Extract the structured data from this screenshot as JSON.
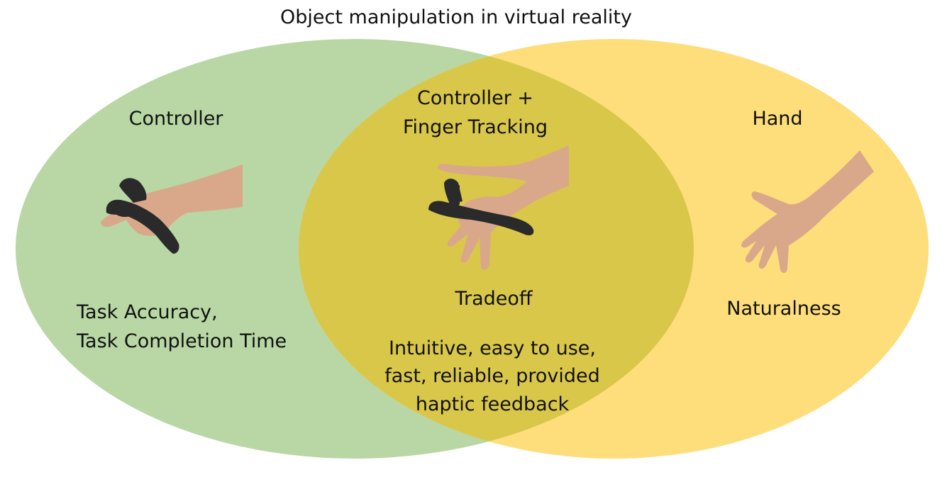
{
  "title": "Object manipulation in virtual reality",
  "colors": {
    "controller_set": "#b8d7a4",
    "hand_set": "#fedd7b",
    "overlap": "#d9c74a",
    "skin": "#d9a88a",
    "device": "#2a2a2a"
  },
  "sets": {
    "controller": {
      "label": "Controller",
      "icon": "hand-holding-controller-photo",
      "benefits": [
        "Task Accuracy,",
        "Task Completion Time"
      ]
    },
    "hand": {
      "label": "Hand",
      "icon": "open-hand-photo",
      "benefits": [
        "Naturalness"
      ]
    },
    "overlap": {
      "label": [
        "Controller +",
        "Finger Tracking"
      ],
      "icon": "hand-with-controller-fingers-extended-photo",
      "tradeoff_label": "Tradeoff",
      "benefits": [
        "Intuitive, easy to use,",
        "fast, reliable, provided",
        "haptic feedback"
      ]
    }
  }
}
